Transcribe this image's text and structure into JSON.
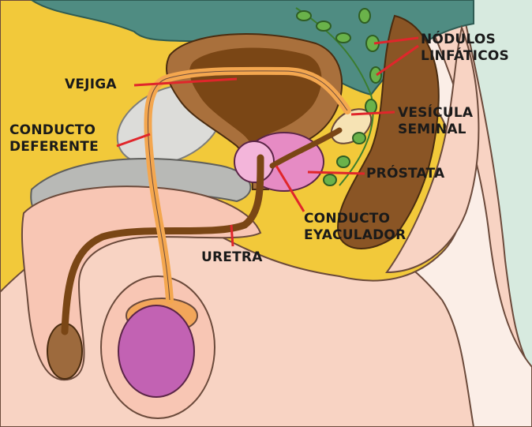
{
  "colors": {
    "label_text": "#1a1a1a",
    "leader_line": "#e0262b",
    "background": "#d7eadf",
    "skin": "#f8d3c3",
    "fat": "#f2c93a",
    "vas": "#f4a74f",
    "bladder_wall": "#a9703c",
    "bladder_inner": "#7a4615",
    "prostate": "#e68bc4",
    "seminal_vesicle": "#f6e3b4",
    "lymph_node": "#6ab24a",
    "rectum": "#8a5525",
    "testis": "#c262b3",
    "bone": "#c7c7c4"
  },
  "labels": {
    "vejiga": "VEJIGA",
    "conducto_deferente": [
      "CONDUCTO",
      "DEFERENTE"
    ],
    "nodulos_linfaticos": [
      "NÓDULOS",
      "LINFÁTICOS"
    ],
    "vesicula_seminal": [
      "VESÍCULA",
      "SEMINAL"
    ],
    "prostata": "PRÓSTATA",
    "conducto_eyaculador": [
      "CONDUCTO",
      "EYACULADOR"
    ],
    "uretra": "URETRA"
  }
}
